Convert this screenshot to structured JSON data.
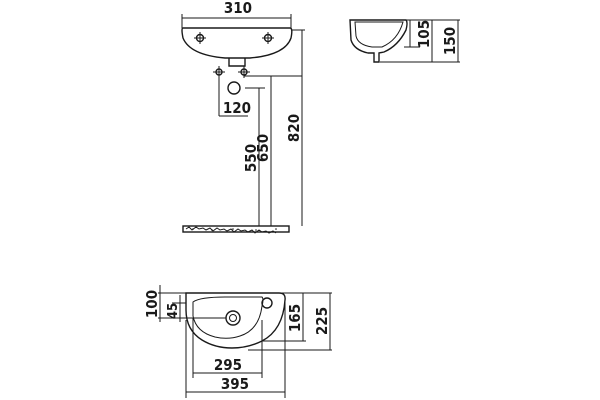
{
  "drawing": {
    "front_view": {
      "width_label": "310",
      "outlet_offset_label": "120",
      "outlet_height_label": "550",
      "bracket_height_label": "650",
      "total_height_label": "820"
    },
    "side_view": {
      "bowl_depth_label": "105",
      "total_depth_label": "150"
    },
    "top_view": {
      "tap_hole_offset_label": "100",
      "drain_offset_label": "45",
      "inner_depth_label": "165",
      "total_depth_label": "225",
      "inner_width_label": "295",
      "total_width_label": "395"
    }
  }
}
